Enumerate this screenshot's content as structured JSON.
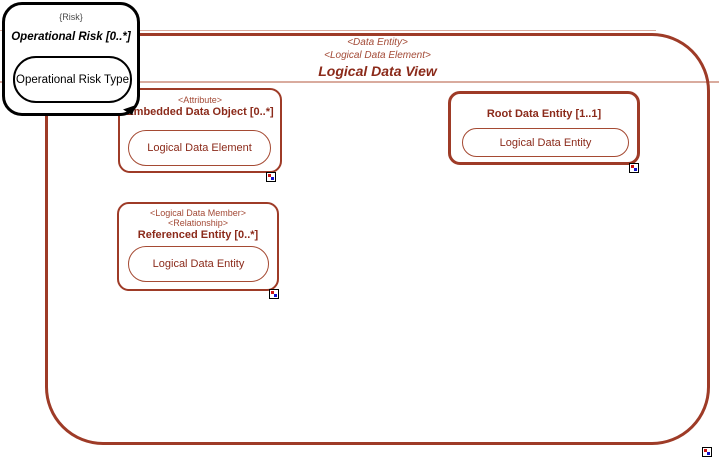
{
  "diagram": {
    "view": {
      "stereotype1": "<Data Entity>",
      "stereotype2": "<Logical Data Element>",
      "title": "Logical Data View"
    },
    "risk_box": {
      "tag": "{Risk}",
      "title": "Operational Risk [0..*]",
      "child": "Operational Risk Type"
    },
    "embedded_box": {
      "stereotype": "<Attribute>",
      "title": "Embedded Data Object [0..*]",
      "child": "Logical Data Element"
    },
    "root_box": {
      "title": "Root Data Entity [1..1]",
      "child": "Logical Data Entity"
    },
    "referenced_box": {
      "stereotype1": "<Logical Data Member>",
      "stereotype2": "<Relationship>",
      "title": "Referenced Entity [0..*]",
      "child": "Logical Data Entity"
    },
    "icons": {
      "composite_indicator": "white-square-with-red-and-blue-dots",
      "corner_arrow": "black-arrowhead"
    },
    "colors": {
      "frame_border": "#9e3b27",
      "text": "#8b2a1a",
      "stereotype_text": "#a34a36",
      "compartment_line": "#d9ab9e",
      "risk_border": "#000000"
    }
  }
}
